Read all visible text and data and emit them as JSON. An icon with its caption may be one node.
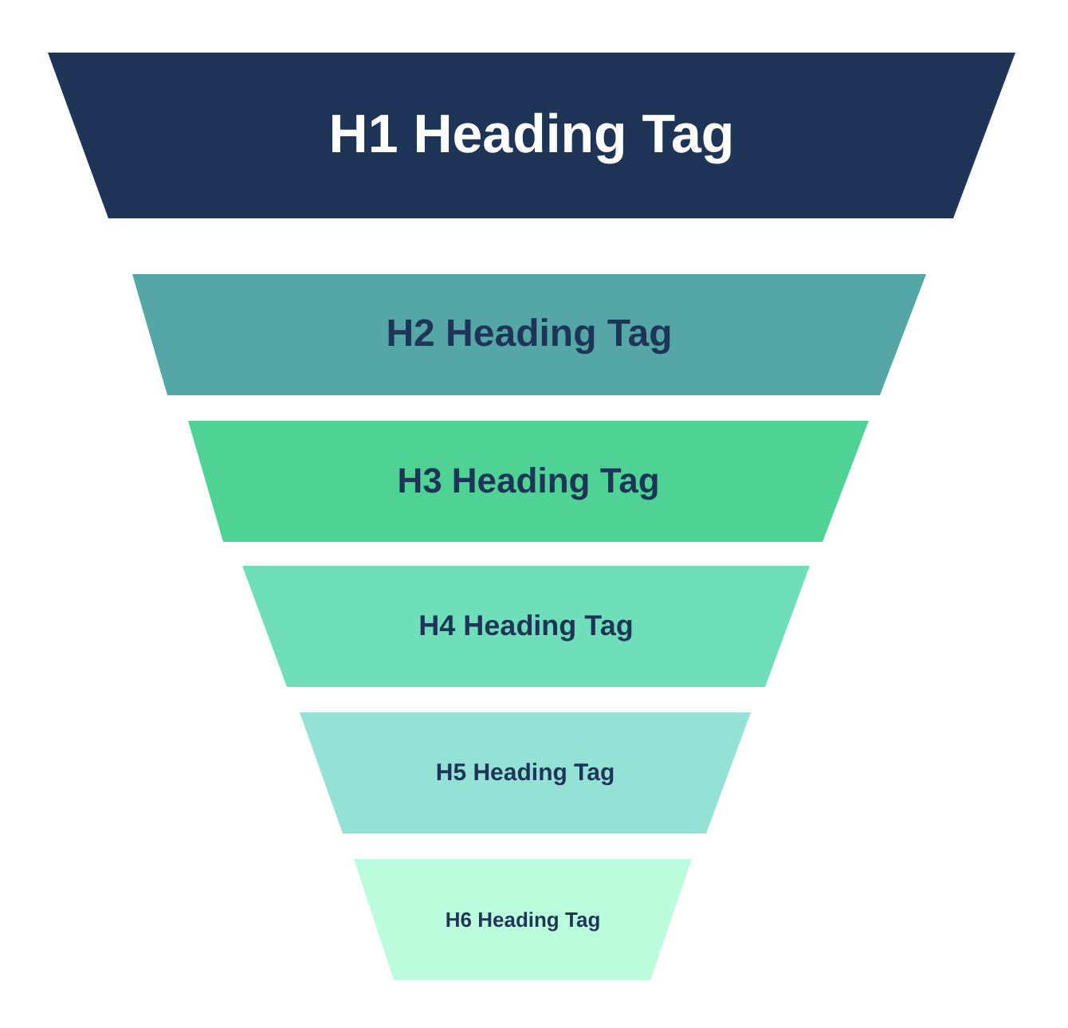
{
  "diagram": {
    "nodes": [
      {
        "text": [
          "H1 Heading Tag"
        ]
      },
      {
        "text": [
          "H2 Heading Tag"
        ]
      },
      {
        "text": [
          "H3 Heading Tag"
        ]
      },
      {
        "text": [
          "H4 Heading Tag"
        ]
      },
      {
        "text": [
          "H5 Heading Tag"
        ]
      },
      {
        "text": [
          "H6 Heading Tag"
        ]
      }
    ]
  }
}
